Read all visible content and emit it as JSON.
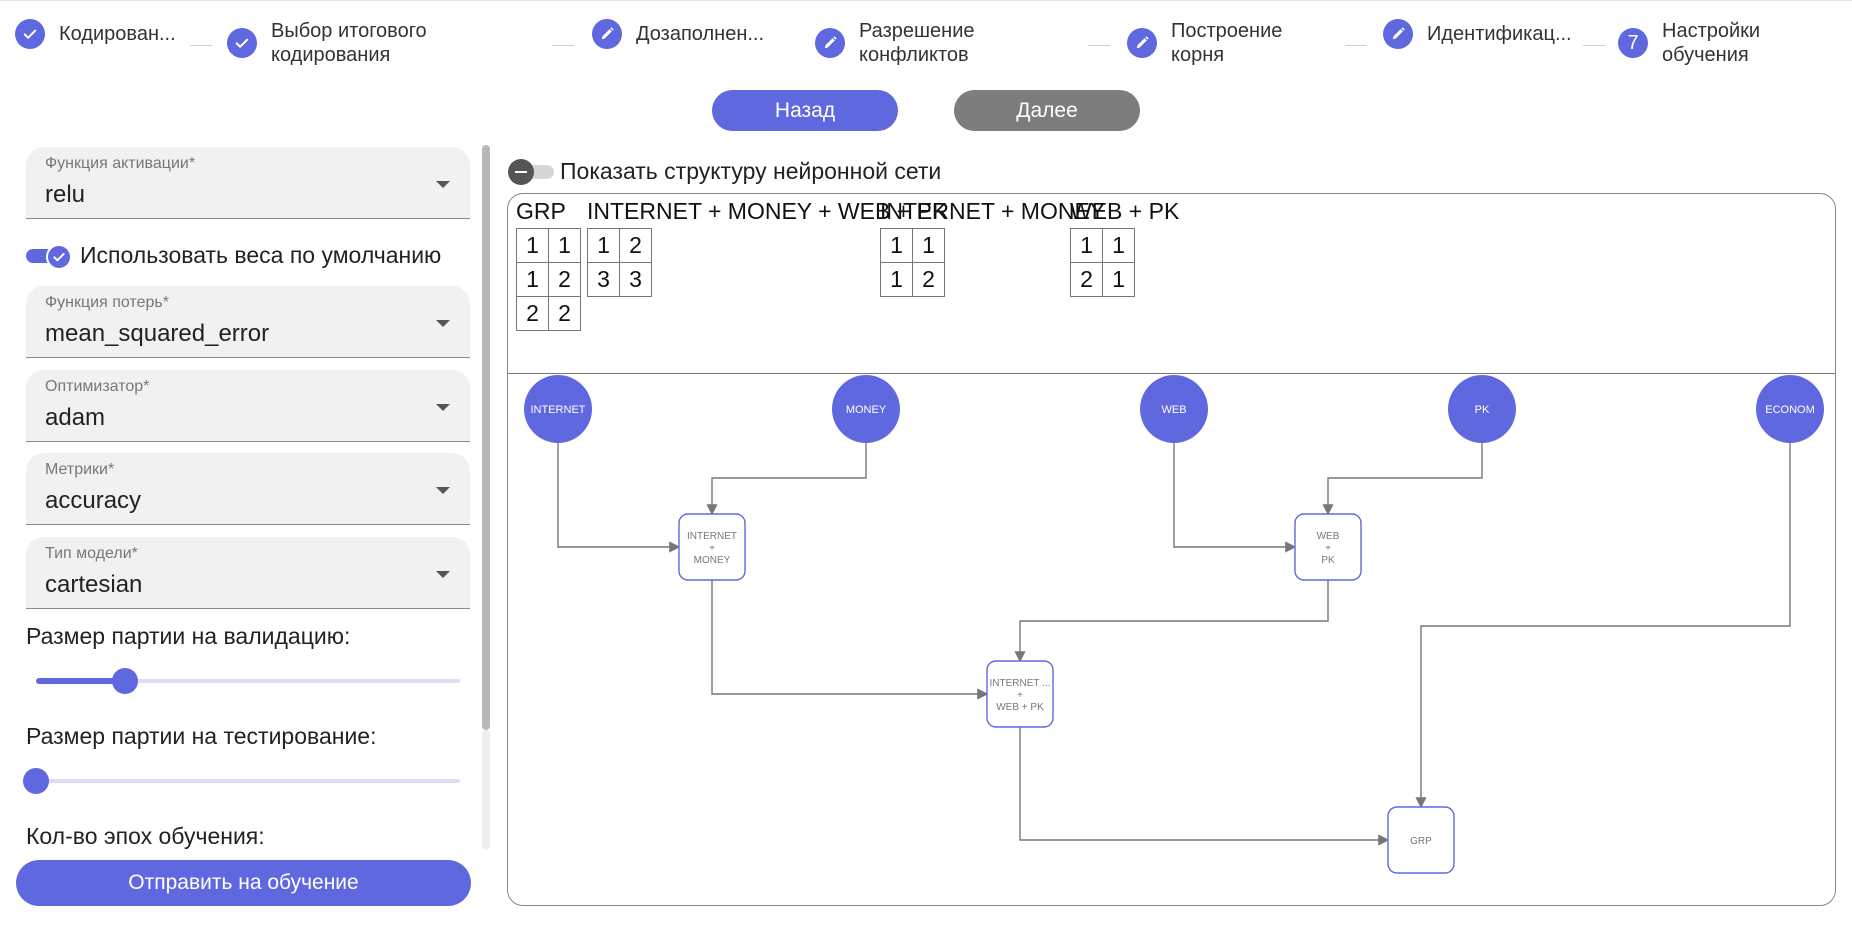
{
  "stepper": {
    "steps": [
      {
        "label": "Кодирован...",
        "state": "done"
      },
      {
        "label": "Выбор итогового\nкодирования",
        "state": "done"
      },
      {
        "label": "Дозаполнен...",
        "state": "edit"
      },
      {
        "label": "Разрешение\nконфликтов",
        "state": "edit"
      },
      {
        "label": "Построение\nкорня",
        "state": "edit"
      },
      {
        "label": "Идентификац...",
        "state": "edit"
      },
      {
        "label": "Настройки\nобучения",
        "state": "current",
        "number": "7"
      }
    ]
  },
  "nav": {
    "back_label": "Назад",
    "next_label": "Далее"
  },
  "form": {
    "activation": {
      "label": "Функция активации*",
      "value": "relu"
    },
    "default_weights": {
      "label": "Использовать веса по умолчанию",
      "checked": true
    },
    "loss": {
      "label": "Функция потерь*",
      "value": "mean_squared_error"
    },
    "optimizer": {
      "label": "Оптимизатор*",
      "value": "adam"
    },
    "metrics": {
      "label": "Метрики*",
      "value": "accuracy"
    },
    "model_type": {
      "label": "Тип модели*",
      "value": "cartesian"
    },
    "validation_slider": {
      "label": "Размер партии на валидацию:",
      "value_fraction": 0.21
    },
    "test_slider": {
      "label": "Размер партии на тестирование:",
      "value_fraction": 0.0
    },
    "epochs": {
      "label": "Кол-во эпох обучения:"
    },
    "submit_label": "Отправить на обучение"
  },
  "viz": {
    "show_structure_label": "Показать структуру нейронной сети",
    "show_structure_on": false,
    "tables": [
      {
        "title": "GRP",
        "rows": [
          [
            "1",
            "1"
          ],
          [
            "1",
            "2"
          ],
          [
            "2",
            "2"
          ]
        ]
      },
      {
        "title": "INTERNET + MONEY + WEB + PK",
        "rows": [
          [
            "1",
            "2"
          ],
          [
            "3",
            "3"
          ]
        ]
      },
      {
        "title": "INTERNET + MONEY",
        "rows": [
          [
            "1",
            "1"
          ],
          [
            "1",
            "2"
          ]
        ]
      },
      {
        "title": "WEB + PK",
        "rows": [
          [
            "1",
            "1"
          ],
          [
            "2",
            "1"
          ]
        ]
      }
    ],
    "graph": {
      "inputs": [
        "INTERNET",
        "MONEY",
        "WEB",
        "PK",
        "ECONOM"
      ],
      "nodes": [
        {
          "id": "im",
          "lines": [
            "INTERNET",
            "+",
            "MONEY"
          ]
        },
        {
          "id": "wp",
          "lines": [
            "WEB",
            "+",
            "PK"
          ]
        },
        {
          "id": "imwp",
          "lines": [
            "INTERNET ...",
            "+",
            "WEB + PK"
          ]
        },
        {
          "id": "grp",
          "lines": [
            "GRP"
          ]
        }
      ],
      "accent": "#6068e0",
      "edge_color": "#777777"
    }
  }
}
